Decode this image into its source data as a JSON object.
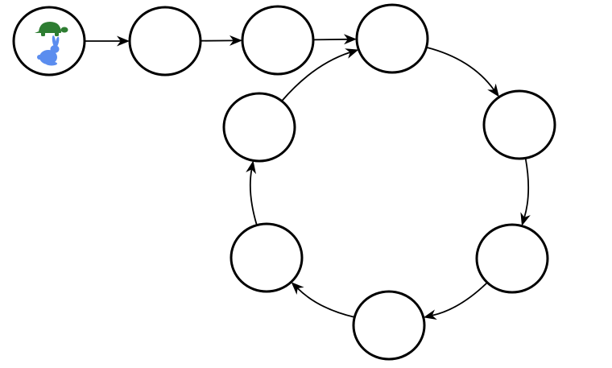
{
  "diagram": {
    "type": "linked-list-with-cycle",
    "colors": {
      "node_stroke": "#000000",
      "node_fill": "#ffffff",
      "edge": "#000000",
      "tortoise": "#2e7d32",
      "hare": "#5b8def"
    },
    "nodes": [
      {
        "id": "n0",
        "icons": [
          "tortoise-icon",
          "hare-icon"
        ]
      },
      {
        "id": "n1",
        "icons": []
      },
      {
        "id": "n2",
        "icons": []
      },
      {
        "id": "n3",
        "icons": []
      },
      {
        "id": "n4",
        "icons": []
      },
      {
        "id": "n5",
        "icons": []
      },
      {
        "id": "n6",
        "icons": []
      },
      {
        "id": "n7",
        "icons": []
      },
      {
        "id": "n8",
        "icons": []
      }
    ],
    "edges": [
      {
        "from": "n0",
        "to": "n1"
      },
      {
        "from": "n1",
        "to": "n2"
      },
      {
        "from": "n2",
        "to": "n3"
      },
      {
        "from": "n3",
        "to": "n4"
      },
      {
        "from": "n4",
        "to": "n5"
      },
      {
        "from": "n5",
        "to": "n6"
      },
      {
        "from": "n6",
        "to": "n7"
      },
      {
        "from": "n7",
        "to": "n8"
      },
      {
        "from": "n8",
        "to": "n3"
      }
    ]
  }
}
